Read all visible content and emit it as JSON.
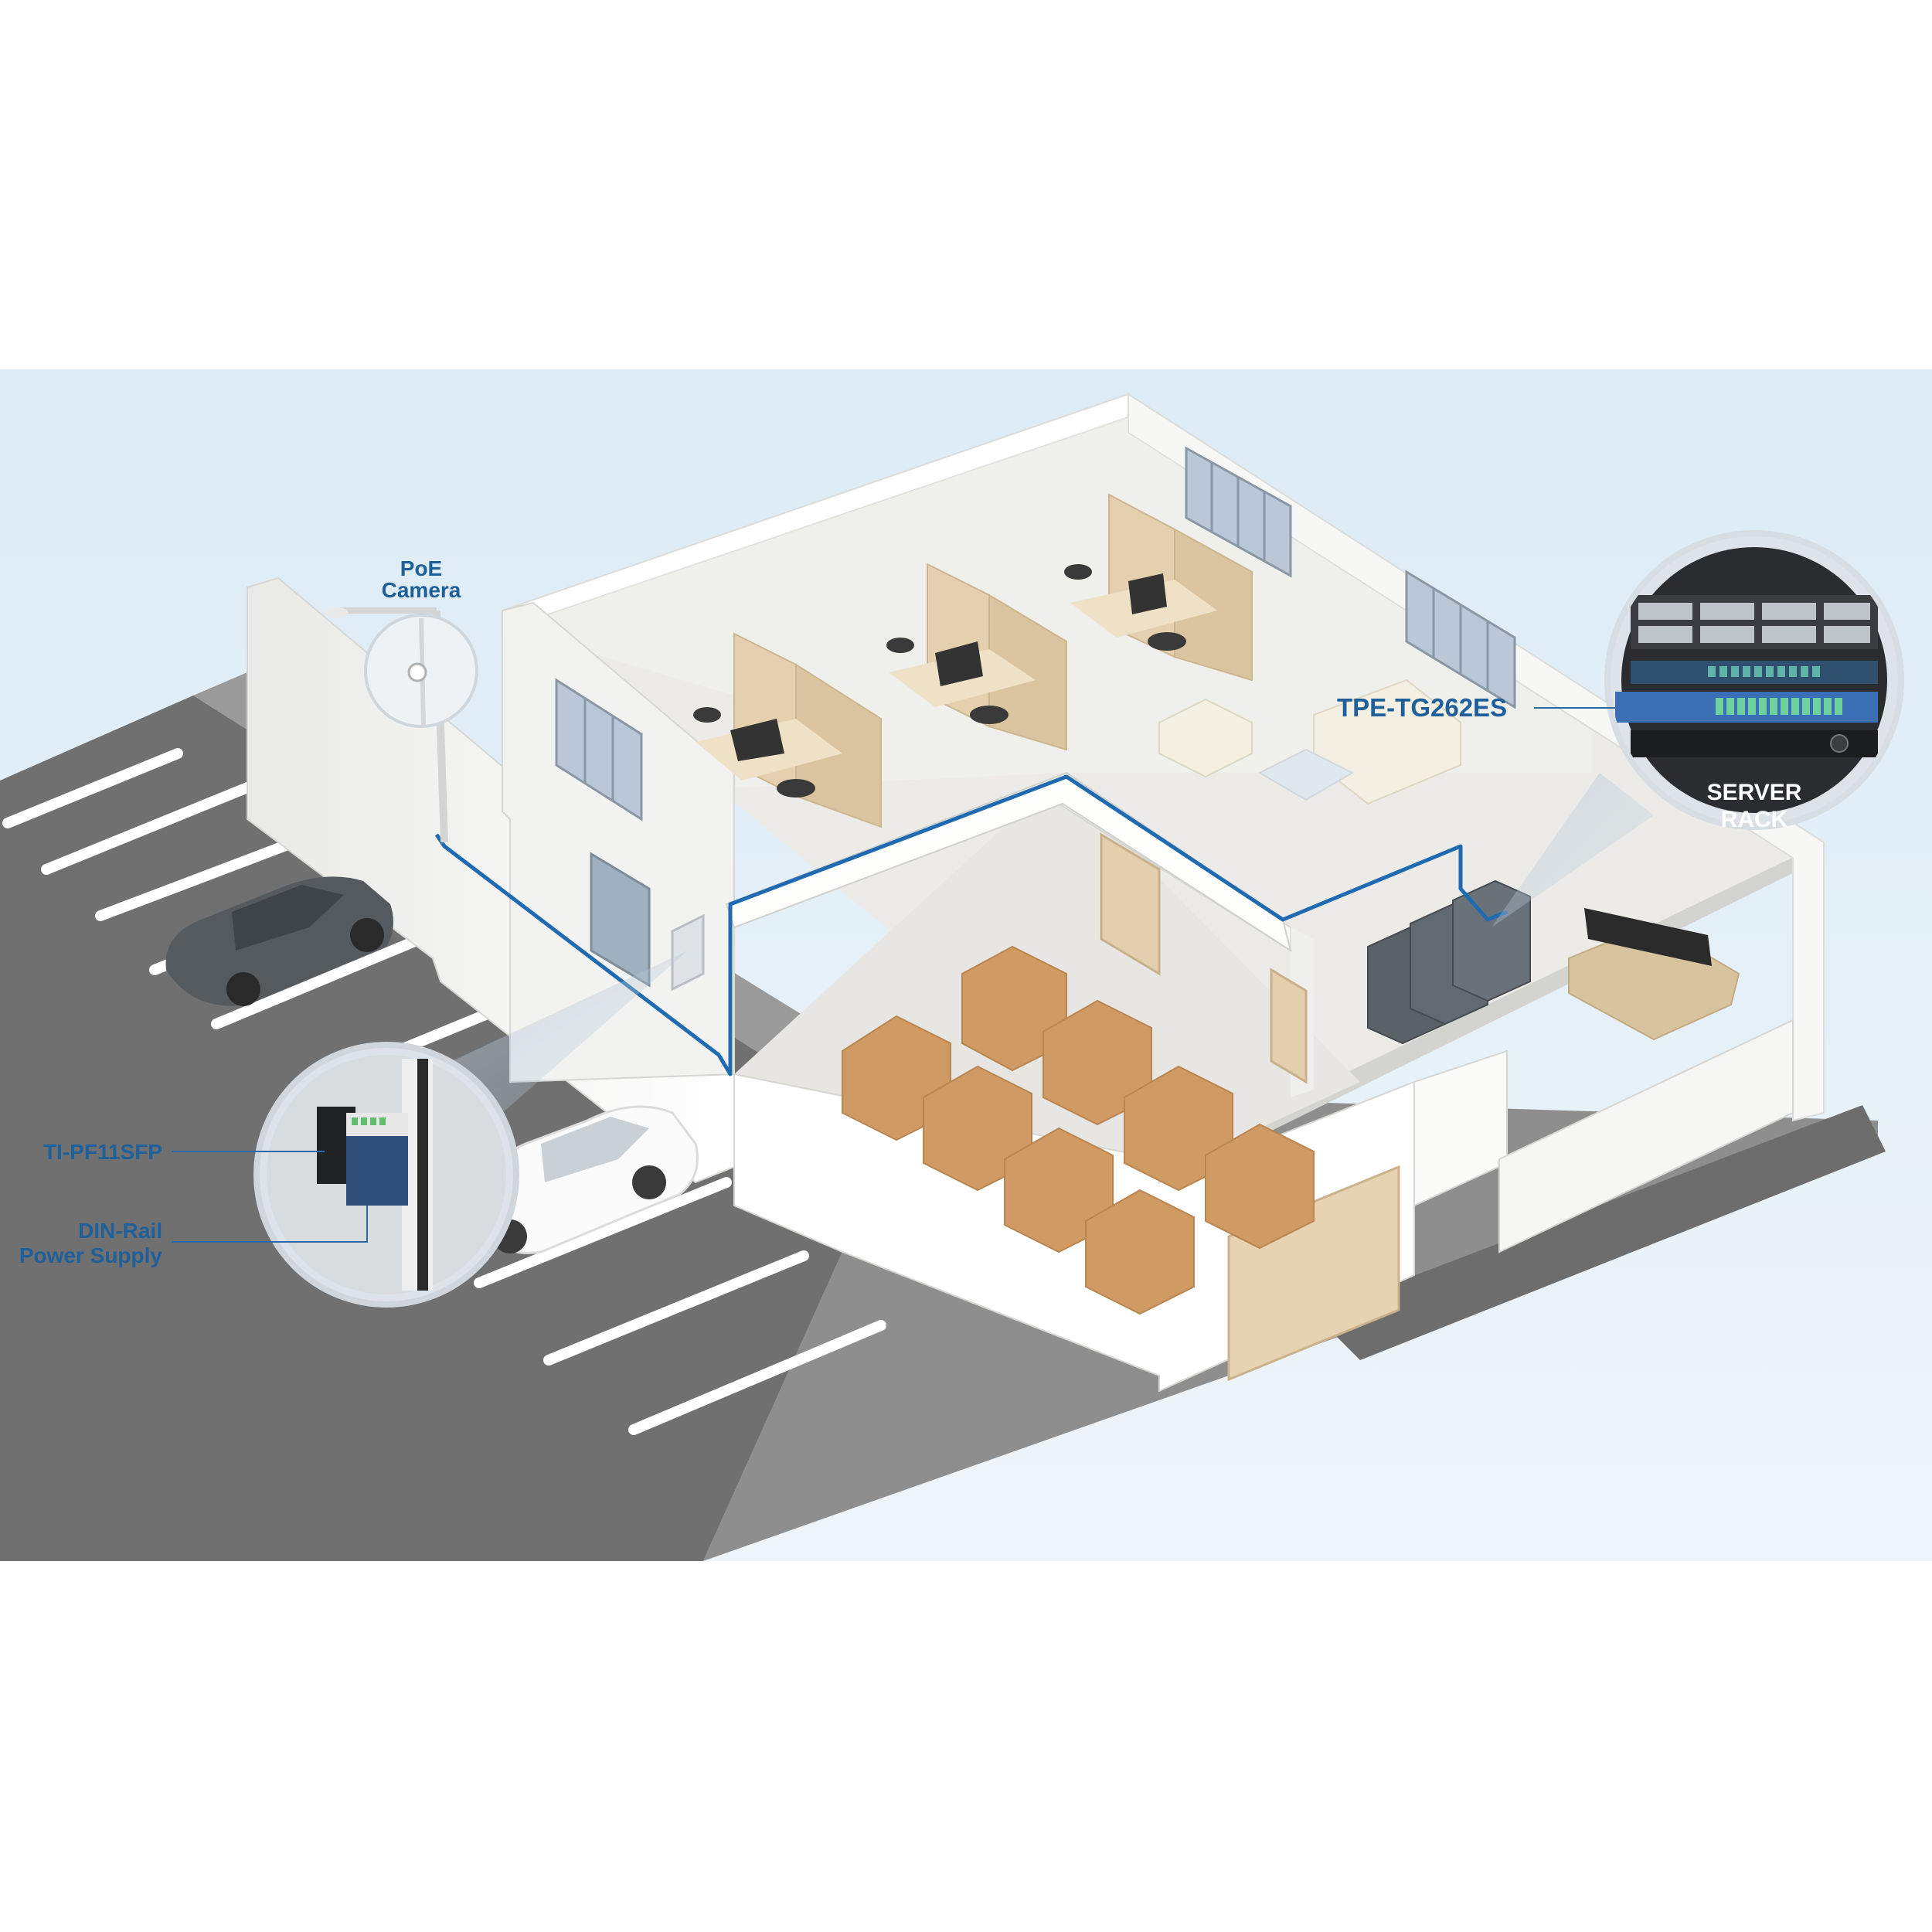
{
  "labels": {
    "poe_camera_line1": "PoE",
    "poe_camera_line2": "Camera",
    "switch_model": "TPE-TG262ES",
    "server_rack_line1": "SERVER",
    "server_rack_line2": "RACK",
    "media_converter": "TI-PF11SFP",
    "power_supply_line1": "DIN-Rail",
    "power_supply_line2": "Power Supply"
  },
  "colors": {
    "accent": "#1f5f9a",
    "cable": "#1f6ab0",
    "sky": "#e3eff7",
    "asphalt": "#6f6f6f",
    "wall": "#f6f6f4",
    "floor": "#ecebe8",
    "wood": "#e6d3b2",
    "box": "#cf9a63"
  }
}
